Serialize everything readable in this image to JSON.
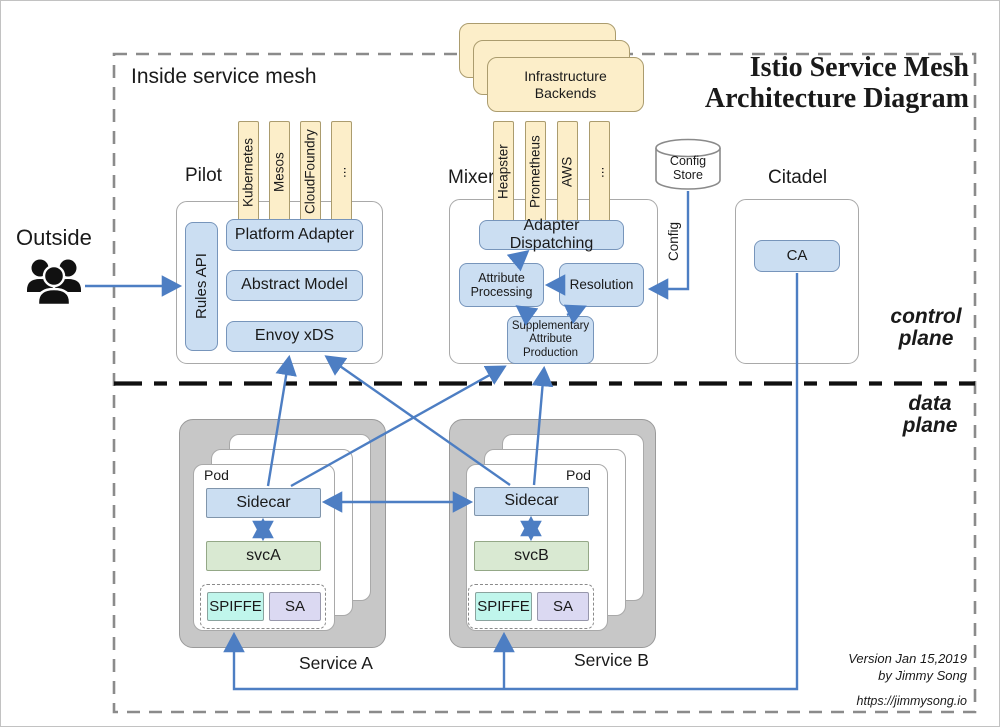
{
  "title": {
    "line1": "Istio Service Mesh",
    "line2": "Architecture Diagram"
  },
  "labels": {
    "inside_mesh": "Inside service mesh",
    "outside": "Outside",
    "control_plane_line1": "control",
    "control_plane_line2": "plane",
    "data_plane_line1": "data",
    "data_plane_line2": "plane"
  },
  "infrastructure_backends": {
    "label": "Infrastructure Backends"
  },
  "pilot": {
    "label": "Pilot",
    "tabs": [
      "Kubernetes",
      "Mesos",
      "CloudFoundry",
      "..."
    ],
    "rules_api": "Rules API",
    "platform_adapter": "Platform Adapter",
    "abstract_model": "Abstract Model",
    "envoy_xds": "Envoy xDS"
  },
  "mixer": {
    "label": "Mixer",
    "tabs": [
      "Heapster",
      "Prometheus",
      "AWS",
      "..."
    ],
    "adapter_dispatching": "Adapter Dispatching",
    "attribute_processing": "Attribute Processing",
    "resolution": "Resolution",
    "supplementary": "Supplementary Attribute Production"
  },
  "config_store": {
    "label": "Config Store",
    "config_label": "Config"
  },
  "citadel": {
    "label": "Citadel",
    "ca": "CA"
  },
  "service_a": {
    "label": "Service A",
    "pod": "Pod",
    "sidecar": "Sidecar",
    "svc": "svcA",
    "spiffe": "SPIFFE",
    "sa": "SA"
  },
  "service_b": {
    "label": "Service B",
    "pod": "Pod",
    "sidecar": "Sidecar",
    "svc": "svcB",
    "spiffe": "SPIFFE",
    "sa": "SA"
  },
  "attribution": {
    "version": "Version Jan 15,2019",
    "author": "by Jimmy Song",
    "url": "https://jimmysong.io"
  },
  "colors": {
    "arrow": "#4d7ec3",
    "tan_fill": "#fceec9",
    "blue_fill": "#cbdef2",
    "green_fill": "#d9e9d2",
    "cyan_fill": "#c0f6ec",
    "lavender_fill": "#dbd9f2",
    "service_gray": "#c7c7c7",
    "divider_black": "#101010",
    "border_dash_gray": "#8b8b8b"
  }
}
